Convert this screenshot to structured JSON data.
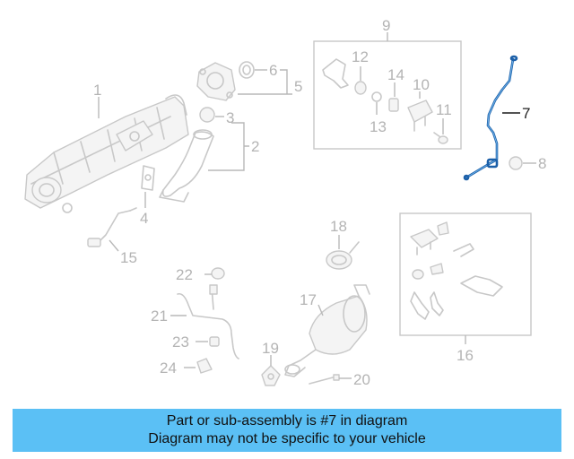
{
  "diagram": {
    "callouts": {
      "c1": "1",
      "c2": "2",
      "c3": "3",
      "c4": "4",
      "c5": "5",
      "c6": "6",
      "c7": "7",
      "c8": "8",
      "c9": "9",
      "c10": "10",
      "c11": "11",
      "c12": "12",
      "c13": "13",
      "c14": "14",
      "c15": "15",
      "c16": "16",
      "c17": "17",
      "c18": "18",
      "c19": "19",
      "c20": "20",
      "c21": "21",
      "c22": "22",
      "c23": "23",
      "c24": "24"
    },
    "highlight_color": "#1b5fa8"
  },
  "banner": {
    "line1": "Part or sub-assembly is #7 in diagram",
    "line2": "Diagram may not be specific to your vehicle",
    "background": "#5bc0f5"
  }
}
